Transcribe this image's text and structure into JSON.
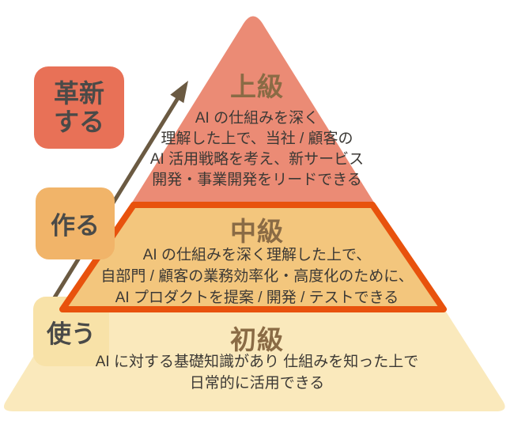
{
  "diagram": {
    "type": "pyramid",
    "subject": "AI skill levels",
    "levels": [
      {
        "id": "advanced",
        "title": "上級",
        "lines": [
          "AI の仕組みを深く",
          "理解した上で、当社 / 顧客の",
          "AI 活用戦略を考え、新サービス",
          "開発・事業開発をリードできる"
        ],
        "highlighted": false
      },
      {
        "id": "intermediate",
        "title": "中級",
        "lines": [
          "AI の仕組みを深く理解した上で、",
          "自部門 / 顧客の業務効率化・高度化のために、",
          "AI プロダクトを提案 / 開発 / テストできる"
        ],
        "highlighted": true
      },
      {
        "id": "beginner",
        "title": "初級",
        "lines": [
          "AI に対する基礎知識があり 仕組みを知った上で",
          "日常的に活用できる"
        ],
        "highlighted": false
      }
    ],
    "side_labels": [
      {
        "id": "innovate",
        "label": "革新\nする"
      },
      {
        "id": "make",
        "label": "作る"
      },
      {
        "id": "use",
        "label": "使う"
      }
    ],
    "arrow": {
      "direction": "up-right",
      "meaning": "progression from 使う to 革新する"
    }
  },
  "colors": {
    "level_advanced_fill": "#EB8B75",
    "level_intermediate_fill": "#F3C67D",
    "level_intermediate_border": "#E8520D",
    "level_beginner_fill": "#FAE9BC",
    "box_innovate_fill": "#E87157",
    "box_make_fill": "#F1B469",
    "box_use_fill": "#F8E2A8",
    "arrow_color": "#6B5A42",
    "heading_text": "#8A6B45",
    "body_text": "#3C3935",
    "label_text": "#4A4A48",
    "background": "#FFFFFF"
  }
}
